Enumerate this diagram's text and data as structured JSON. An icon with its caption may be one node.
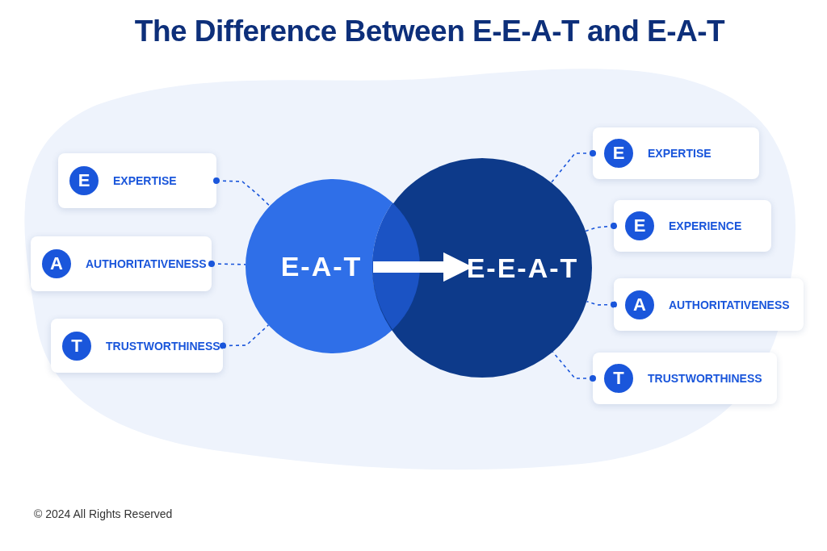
{
  "diagram": {
    "title": "The Difference Between E-E-A-T and E-A-T",
    "nodes": [
      {
        "text": [
          "E-A-T"
        ]
      },
      {
        "text": [
          "E-E-A-T"
        ]
      },
      {
        "text": [
          "E",
          "EXPERTISE"
        ]
      },
      {
        "text": [
          "A",
          "AUTHORITATIVENESS"
        ]
      },
      {
        "text": [
          "T",
          "TRUSTWORTHINESS"
        ]
      },
      {
        "text": [
          "E",
          "EXPERTISE"
        ]
      },
      {
        "text": [
          "E",
          "EXPERIENCE"
        ]
      },
      {
        "text": [
          "A",
          "AUTHORITATIVENESS"
        ]
      },
      {
        "text": [
          "T",
          "TRUSTWORTHINESS"
        ]
      }
    ],
    "edges": [
      {
        "from": 2,
        "to": 0,
        "arrow": "other",
        "style": "dashed"
      },
      {
        "from": 3,
        "to": 0,
        "arrow": "other",
        "style": "dashed"
      },
      {
        "from": 4,
        "to": 0,
        "arrow": "other",
        "style": "dashed"
      },
      {
        "from": 5,
        "to": 1,
        "arrow": "other",
        "style": "dashed"
      },
      {
        "from": 6,
        "to": 1,
        "arrow": "other",
        "style": "dashed"
      },
      {
        "from": 7,
        "to": 1,
        "arrow": "other",
        "style": "dashed"
      },
      {
        "from": 8,
        "to": 1,
        "arrow": "other",
        "style": "dashed"
      },
      {
        "from": 0,
        "to": 1,
        "arrow": "to",
        "style": "thick",
        "color": "#ffffff"
      }
    ],
    "labels": [
      "© 2024 All Rights Reserved"
    ]
  }
}
